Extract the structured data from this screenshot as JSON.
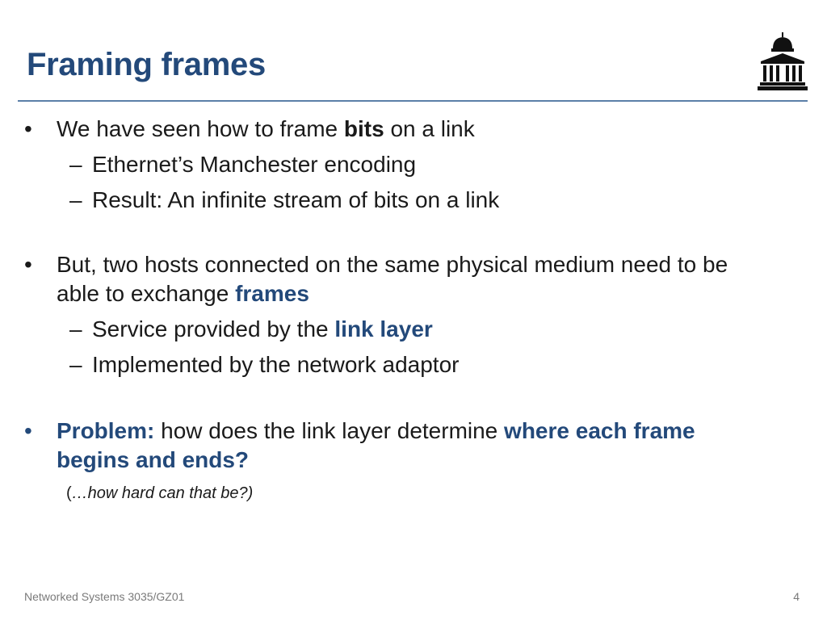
{
  "slide": {
    "title": "Framing frames",
    "footer": "Networked Systems 3035/GZ01",
    "page_number": "4"
  },
  "bullets": [
    {
      "marker": "•",
      "parts": [
        "We have seen how to frame ",
        "bits",
        " on a link"
      ],
      "subs": [
        {
          "marker": "–",
          "text": "Ethernet’s Manchester encoding"
        },
        {
          "marker": "–",
          "text": "Result: An infinite stream of bits on a link"
        }
      ]
    },
    {
      "marker": "•",
      "parts": [
        "But, two hosts connected on the same physical medium need to be able to exchange ",
        "frames"
      ],
      "subs": [
        {
          "marker": "–",
          "parts": [
            "Service provided by the ",
            "link layer"
          ]
        },
        {
          "marker": "–",
          "text": "Implemented by the network adaptor"
        }
      ]
    },
    {
      "marker": "•",
      "parts": [
        "Problem:",
        " how does the link layer determine ",
        "where each frame begins and ends?"
      ],
      "aside": [
        "(",
        "…how hard can that be?)"
      ]
    }
  ],
  "colors": {
    "title": "#23497a",
    "accent": "#23497a",
    "divider": "#5b7fa8",
    "footer": "#7a7a7a"
  },
  "icons": {
    "logo": "university-portico-icon"
  }
}
